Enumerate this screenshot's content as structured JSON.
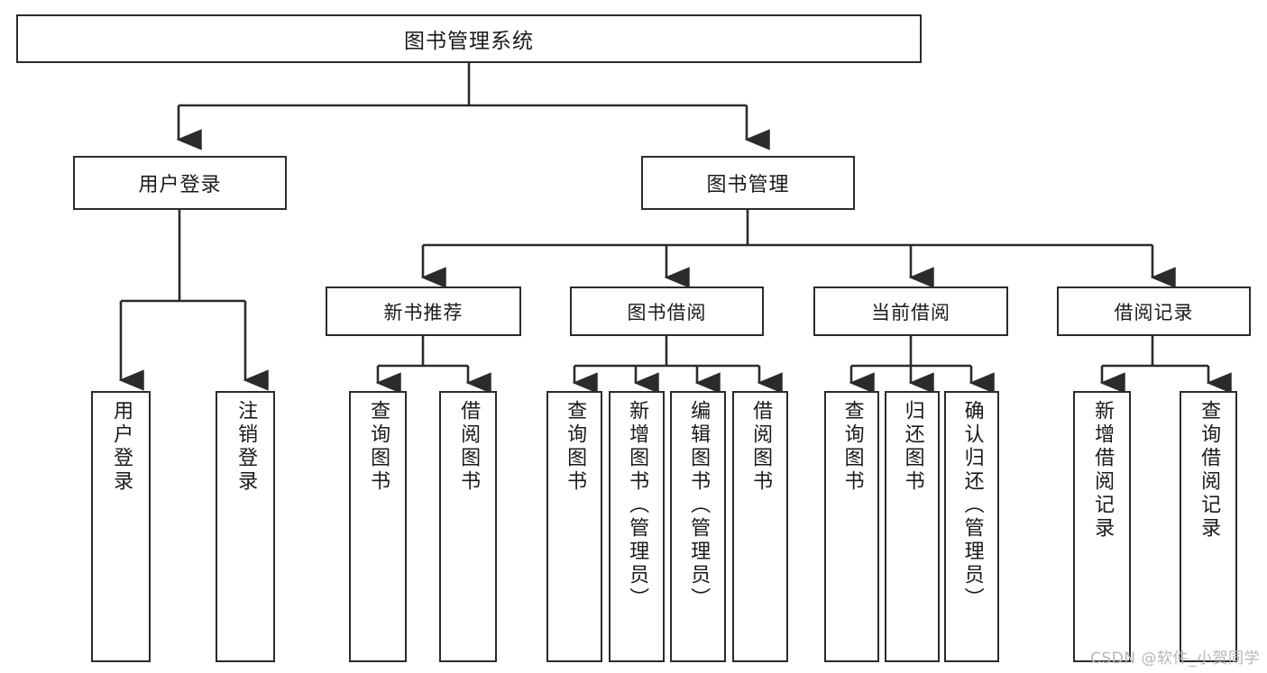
{
  "diagram": {
    "title": "图书管理系统",
    "type": "tree-hierarchy-chart",
    "root": {
      "label": "图书管理系统"
    },
    "level1": [
      {
        "label": "用户登录"
      },
      {
        "label": "图书管理"
      }
    ],
    "level2": [
      {
        "label": "新书推荐"
      },
      {
        "label": "图书借阅"
      },
      {
        "label": "当前借阅"
      },
      {
        "label": "借阅记录"
      }
    ],
    "leaves": {
      "user_login": [
        {
          "label": "用户登录"
        },
        {
          "label": "注销登录"
        }
      ],
      "new_book_recommend": [
        {
          "label": "查询图书"
        },
        {
          "label": "借阅图书"
        }
      ],
      "book_borrow": [
        {
          "label": "查询图书"
        },
        {
          "label": "新增图书（管理员）"
        },
        {
          "label": "编辑图书（管理员）"
        },
        {
          "label": "借阅图书"
        }
      ],
      "current_borrow": [
        {
          "label": "查询图书"
        },
        {
          "label": "归还图书"
        },
        {
          "label": "确认归还（管理员）"
        }
      ],
      "borrow_record": [
        {
          "label": "新增借阅记录"
        },
        {
          "label": "查询借阅记录"
        }
      ]
    },
    "watermark": "CSDN @软件_小贺同学",
    "colors": {
      "stroke": "#2b2b2b",
      "fill": "#ffffff",
      "text": "#1a1a1a",
      "watermark": "#b6b6b6"
    }
  }
}
